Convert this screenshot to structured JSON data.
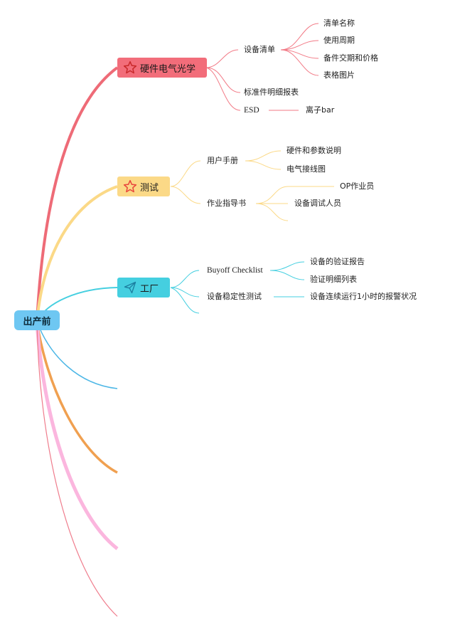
{
  "root": {
    "label": "出产前"
  },
  "branches": [
    {
      "label": "硬件电气光学",
      "icon": "star-icon",
      "color": "#f0707c",
      "children": [
        {
          "label": "设备清单",
          "children": [
            "清单名称",
            "使用周期",
            "备件交期和价格",
            "表格图片"
          ]
        },
        {
          "label": "标准件明细报表"
        },
        {
          "label": "ESD",
          "children": [
            "离子bar"
          ]
        }
      ]
    },
    {
      "label": "测试",
      "icon": "star-icon",
      "color": "#fbd987",
      "children": [
        {
          "label": "用户手册",
          "children": [
            "硬件和参数说明",
            "电气接线图"
          ]
        },
        {
          "label": "作业指导书",
          "children": [
            "OP作业员",
            "设备调试人员"
          ]
        }
      ]
    },
    {
      "label": "工厂",
      "icon": "paper-plane-icon",
      "color": "#45cfe0",
      "children": [
        {
          "label": "Buyoff Checklist",
          "children": [
            "设备的验证报告",
            "验证明细列表"
          ]
        },
        {
          "label": "设备稳定性测试",
          "children": [
            "设备连续运行1小时的报警状况"
          ]
        }
      ]
    }
  ],
  "colors": {
    "root": "#6ec7f2",
    "edge_red": "#ee6b77",
    "edge_yellow": "#fbd987",
    "edge_cyan": "#45cfe0",
    "edge_blue": "#4db7e6",
    "edge_orange": "#f0a050",
    "edge_pink": "#fbb6de",
    "edge_rose": "#ef7c8c",
    "star_outline": "#e8453c"
  }
}
